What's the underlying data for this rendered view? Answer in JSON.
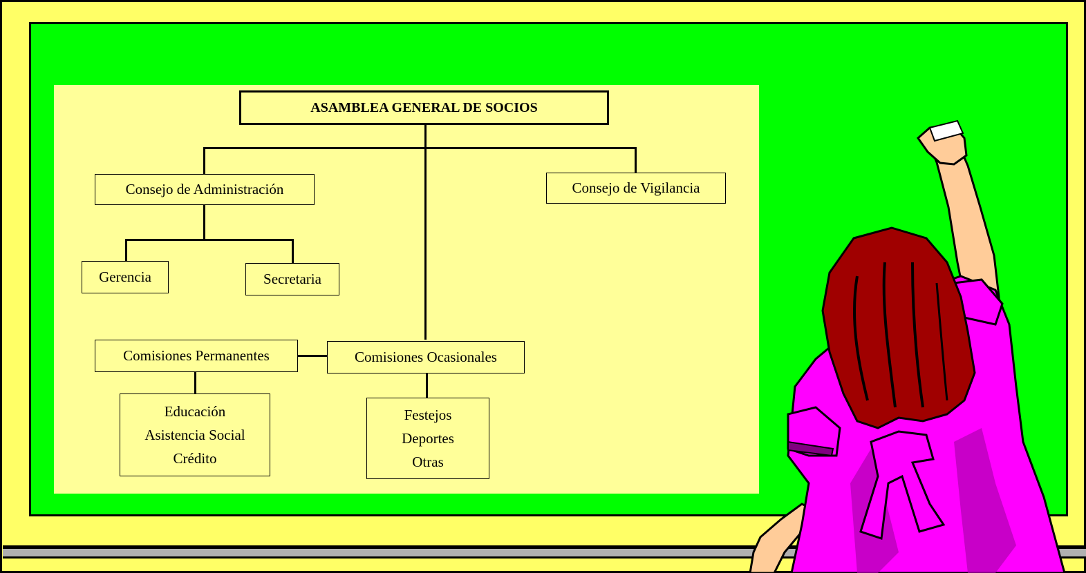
{
  "diagram": {
    "root": "ASAMBLEA GENERAL DE SOCIOS",
    "consejo_admin": "Consejo de Administración",
    "consejo_vigilancia": "Consejo de Vigilancia",
    "gerencia": "Gerencia",
    "secretaria": "Secretaria",
    "comisiones_permanentes": "Comisiones Permanentes",
    "comisiones_ocasionales": "Comisiones Ocasionales",
    "permanentes_items": [
      "Educación",
      "Asistencia Social",
      "Crédito"
    ],
    "ocasionales_items": [
      "Festejos",
      "Deportes",
      "Otras"
    ]
  },
  "colors": {
    "background": "#ffff66",
    "board": "#00ff00",
    "panel": "#ffff99",
    "dress": "#ff00ff",
    "hair": "#a00000",
    "skin": "#ffcc99"
  },
  "illustration": {
    "subject": "girl-writing-on-chalkboard"
  }
}
